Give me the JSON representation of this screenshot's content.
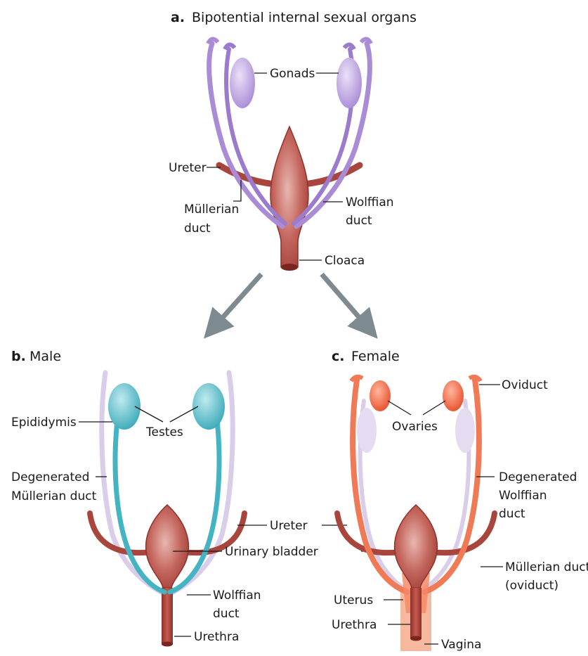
{
  "panels": {
    "a": {
      "letter": "a.",
      "title": "Bipotential internal sexual organs"
    },
    "b": {
      "letter": "b.",
      "title": "Male"
    },
    "c": {
      "letter": "c.",
      "title": "Female"
    }
  },
  "labels": {
    "gonads": "Gonads",
    "ureter_a": "Ureter",
    "mullerian_a_1": "Müllerian",
    "mullerian_a_2": "duct",
    "wolffian_a_1": "Wolffian",
    "wolffian_a_2": "duct",
    "cloaca": "Cloaca",
    "epididymis": "Epididymis",
    "testes": "Testes",
    "degen_mullerian_1": "Degenerated",
    "degen_mullerian_2": "Müllerian duct",
    "wolffian_b_1": "Wolffian",
    "wolffian_b_2": "duct",
    "urethra_b": "Urethra",
    "ureter_bc": "Ureter",
    "urinary_bladder": "Urinary bladder",
    "oviduct": "Oviduct",
    "ovaries": "Ovaries",
    "degen_wolffian_1": "Degenerated",
    "degen_wolffian_2": "Wolffian",
    "degen_wolffian_3": "duct",
    "mullerian_c_1": "Müllerian duct",
    "mullerian_c_2": "(oviduct)",
    "uterus": "Uterus",
    "urethra_c": "Urethra",
    "vagina": "Vagina"
  },
  "colors": {
    "undifferentiated_duct": "#a98bd6",
    "ureter_bladder": "#b5524a",
    "male_duct": "#45b4c2",
    "female_duct": "#f07a55",
    "degenerated": "#d9cdea",
    "arrow": "#7d8a90"
  }
}
